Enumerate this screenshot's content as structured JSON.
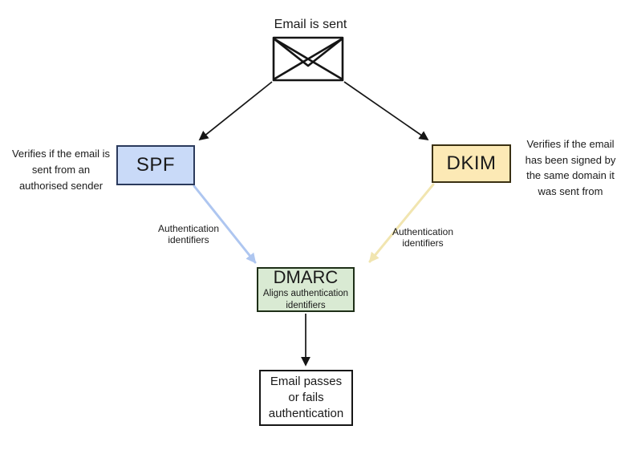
{
  "diagram": {
    "title": "Email is sent",
    "nodes": {
      "spf": {
        "label": "SPF",
        "description": "Verifies if the email is\nsent from an\nauthorised sender"
      },
      "dkim": {
        "label": "DKIM",
        "description": "Verifies if the email\nhas been signed by\nthe same domain it\nwas sent from"
      },
      "dmarc": {
        "label": "DMARC",
        "sublabel": "Aligns authentication\nidentifiers"
      },
      "outcome": {
        "label": "Email passes\nor fails\nauthentication"
      }
    },
    "edge_labels": {
      "spf_to_dmarc": "Authentication\nidentifiers",
      "dkim_to_dmarc": "Authentication\nidentifiers"
    },
    "colors": {
      "ink": "#151515",
      "spf_fill": "#c9daf8",
      "spf_border": "#2b3a5c",
      "dkim_fill": "#fce9b5",
      "dkim_border": "#3a3012",
      "dmarc_fill": "#d9ead3",
      "dmarc_border": "#1e2f17",
      "outcome_border": "#161616",
      "arrow_black": "#151515",
      "arrow_blue": "#aec6f0",
      "arrow_yellow": "#f1e5b0"
    }
  }
}
